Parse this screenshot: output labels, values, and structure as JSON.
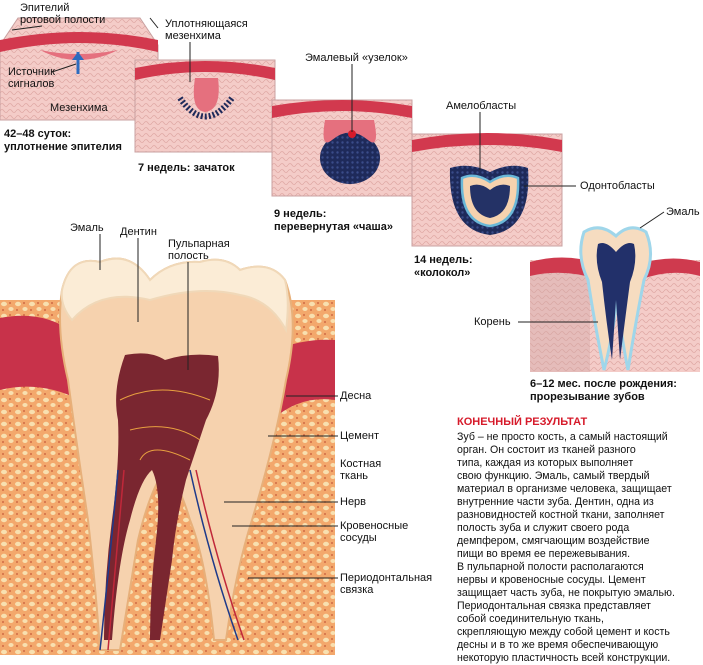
{
  "stages": [
    {
      "caption_lines": [
        "42–48 суток:",
        "уплотнение эпителия"
      ]
    },
    {
      "caption_lines": [
        "7 недель: зачаток"
      ]
    },
    {
      "caption_lines": [
        "9 недель:",
        "перевернутая «чаша»"
      ]
    },
    {
      "caption_lines": [
        "14 недель:",
        "«колокол»"
      ]
    },
    {
      "caption_lines": [
        "6–12 мес. после рождения:",
        "прорезывание зубов"
      ]
    }
  ],
  "labels": {
    "oral_epithelium": [
      "Эпителий",
      "ротовой полости"
    ],
    "signal_source": [
      "Источник",
      "сигналов"
    ],
    "mesenchyme": "Мезенхима",
    "condensing_mesenchyme": [
      "Уплотняющаяся",
      "мезенхима"
    ],
    "enamel_knot": "Эмалевый «узелок»",
    "ameloblasts": "Амелобласты",
    "odontoblasts": "Одонтобласты",
    "enamel_small": "Эмаль",
    "root": "Корень",
    "enamel": "Эмаль",
    "dentin": "Дентин",
    "pulp_cavity": [
      "Пульпарная",
      "полость"
    ],
    "gum": "Десна",
    "cement": "Цемент",
    "bone_tissue": [
      "Костная",
      "ткань"
    ],
    "nerve": "Нерв",
    "blood_vessels": [
      "Кровеносные",
      "сосуды"
    ],
    "periodontal_ligament": [
      "Периодонтальная",
      "связка"
    ]
  },
  "result": {
    "heading": "КОНЕЧНЫЙ РЕЗУЛЬТАТ",
    "lines": [
      "Зуб – не просто кость, а самый настоящий",
      "орган. Он состоит из тканей разного",
      "типа, каждая из которых выполняет",
      "свою функцию. Эмаль, самый твердый",
      "материал в организме человека, защищает",
      "внутренние части зуба. Дентин, одна из",
      "разновидностей костной ткани, заполняет",
      "полость зуба и служит своего рода",
      "демпфером, смягчающим воздействие",
      "пищи во время ее пережевывания.",
      "В пульпарной полости располагаются",
      "нервы и кровеносные сосуды. Цемент",
      "защищает часть зуба, не покрытую эмалью.",
      "Периодонтальная связка представляет",
      "собой соединительную ткань,",
      "скрепляющую между собой цемент и кость",
      "десны и в то же время обеспечивающую",
      "некоторую пластичность всей конструкции."
    ]
  },
  "colors": {
    "gum": "#c8324a",
    "mesenchyme": "#f2c8c4",
    "bone": "#f4b07a",
    "dentin": "#f6d2ae",
    "enamel": "#fbecd6",
    "pulp": "#7a2630",
    "dark_cells": "#1e2a5a",
    "accent": "#d61a2a"
  }
}
